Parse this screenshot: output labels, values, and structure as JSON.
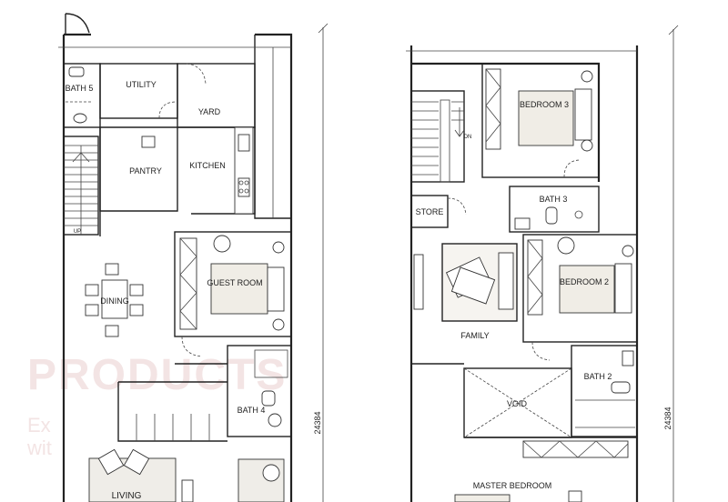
{
  "watermark": {
    "text": "PRODUCTS",
    "sub_line_1": "Ex",
    "sub_line_2": "wit"
  },
  "ground_floor": {
    "rooms": {
      "bath5": "BATH 5",
      "utility": "UTILITY",
      "yard": "YARD",
      "pantry": "PANTRY",
      "kitchen": "KITCHEN",
      "guest_room": "GUEST ROOM",
      "dining": "DINING",
      "bath4": "BATH 4",
      "living": "LIVING"
    },
    "stair_label": "UP",
    "dimension": "24384"
  },
  "first_floor": {
    "rooms": {
      "bedroom3": "BEDROOM 3",
      "bath3": "BATH 3",
      "store": "STORE",
      "family": "FAMILY",
      "bedroom2": "BEDROOM 2",
      "bath2": "BATH 2",
      "void": "VOID",
      "master_bedroom": "MASTER BEDROOM"
    },
    "stair_label": "DN",
    "dimension": "24384"
  }
}
